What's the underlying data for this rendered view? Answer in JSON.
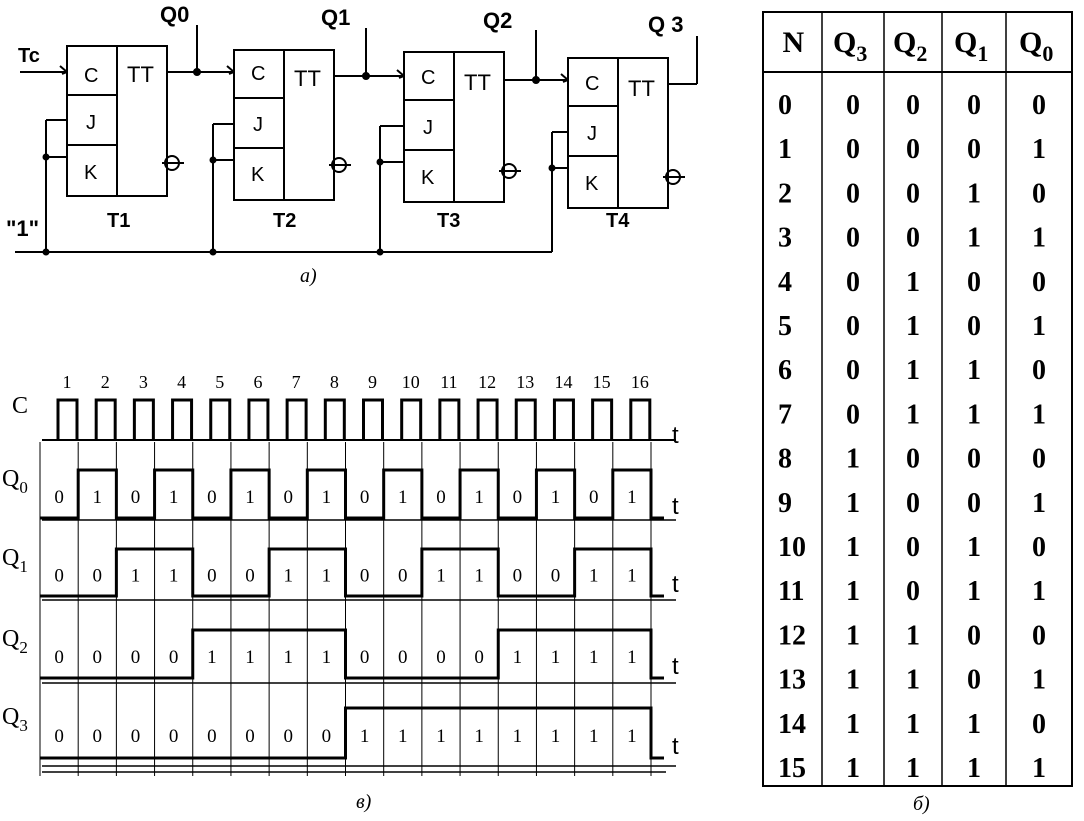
{
  "figure_a": {
    "caption": "а)",
    "clock_input": "Tc",
    "one_input": "\"1\"",
    "flipflops": [
      {
        "name": "T1",
        "c": "C",
        "j": "J",
        "k": "K",
        "tt": "TT",
        "out": "Q0"
      },
      {
        "name": "T2",
        "c": "C",
        "j": "J",
        "k": "K",
        "tt": "TT",
        "out": "Q1"
      },
      {
        "name": "T3",
        "c": "C",
        "j": "J",
        "k": "K",
        "tt": "TT",
        "out": "Q2"
      },
      {
        "name": "T4",
        "c": "C",
        "j": "J",
        "k": "K",
        "tt": "TT",
        "out": "Q 3"
      }
    ]
  },
  "figure_b": {
    "caption": "б)",
    "headers": [
      "N",
      "Q3",
      "Q2",
      "Q1",
      "Q0"
    ],
    "rows": [
      [
        "0",
        "0",
        "0",
        "0",
        "0"
      ],
      [
        "1",
        "0",
        "0",
        "0",
        "1"
      ],
      [
        "2",
        "0",
        "0",
        "1",
        "0"
      ],
      [
        "3",
        "0",
        "0",
        "1",
        "1"
      ],
      [
        "4",
        "0",
        "1",
        "0",
        "0"
      ],
      [
        "5",
        "0",
        "1",
        "0",
        "1"
      ],
      [
        "6",
        "0",
        "1",
        "1",
        "0"
      ],
      [
        "7",
        "0",
        "1",
        "1",
        "1"
      ],
      [
        "8",
        "1",
        "0",
        "0",
        "0"
      ],
      [
        "9",
        "1",
        "0",
        "0",
        "1"
      ],
      [
        "10",
        "1",
        "0",
        "1",
        "0"
      ],
      [
        "11",
        "1",
        "0",
        "1",
        "1"
      ],
      [
        "12",
        "1",
        "1",
        "0",
        "0"
      ],
      [
        "13",
        "1",
        "1",
        "0",
        "1"
      ],
      [
        "14",
        "1",
        "1",
        "1",
        "0"
      ],
      [
        "15",
        "1",
        "1",
        "1",
        "1"
      ]
    ]
  },
  "figure_c": {
    "caption": "в)",
    "time_label": "t",
    "clock_label": "C",
    "pulse_numbers": [
      "1",
      "2",
      "3",
      "4",
      "5",
      "6",
      "7",
      "8",
      "9",
      "10",
      "11",
      "12",
      "13",
      "14",
      "15",
      "16"
    ],
    "signals": [
      {
        "label": "Q0",
        "values": [
          "0",
          "1",
          "0",
          "1",
          "0",
          "1",
          "0",
          "1",
          "0",
          "1",
          "0",
          "1",
          "0",
          "1",
          "0",
          "1"
        ]
      },
      {
        "label": "Q1",
        "values": [
          "0",
          "0",
          "1",
          "1",
          "0",
          "0",
          "1",
          "1",
          "0",
          "0",
          "1",
          "1",
          "0",
          "0",
          "1",
          "1"
        ]
      },
      {
        "label": "Q2",
        "values": [
          "0",
          "0",
          "0",
          "0",
          "1",
          "1",
          "1",
          "1",
          "0",
          "0",
          "0",
          "0",
          "1",
          "1",
          "1",
          "1"
        ]
      },
      {
        "label": "Q3",
        "values": [
          "0",
          "0",
          "0",
          "0",
          "0",
          "0",
          "0",
          "0",
          "1",
          "1",
          "1",
          "1",
          "1",
          "1",
          "1",
          "1"
        ]
      }
    ]
  }
}
